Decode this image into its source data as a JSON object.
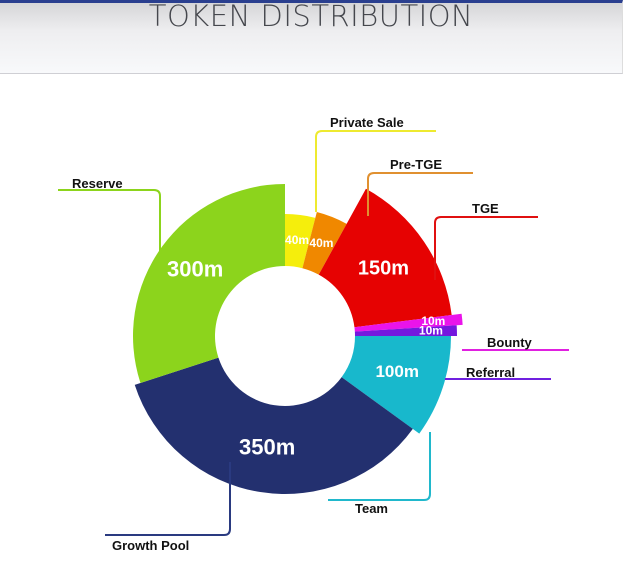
{
  "header": {
    "title": "TOKEN DISTRIBUTION"
  },
  "chart_data": {
    "type": "pie",
    "title": "TOKEN DISTRIBUTION",
    "unit": "m",
    "slices": [
      {
        "name": "Private Sale",
        "value": 40,
        "label": "40m",
        "color": "#f5ee0c"
      },
      {
        "name": "Pre-TGE",
        "value": 40,
        "label": "40m",
        "color": "#f08800"
      },
      {
        "name": "TGE",
        "value": 150,
        "label": "150m",
        "color": "#e60202"
      },
      {
        "name": "Bounty",
        "value": 10,
        "label": "10m",
        "color": "#ea14ea"
      },
      {
        "name": "Referral",
        "value": 10,
        "label": "10m",
        "color": "#7418de"
      },
      {
        "name": "Team",
        "value": 100,
        "label": "100m",
        "color": "#18b8cc"
      },
      {
        "name": "Growth Pool",
        "value": 350,
        "label": "350m",
        "color": "#23306f"
      },
      {
        "name": "Reserve",
        "value": 300,
        "label": "300m",
        "color": "#8cd41c"
      }
    ]
  }
}
